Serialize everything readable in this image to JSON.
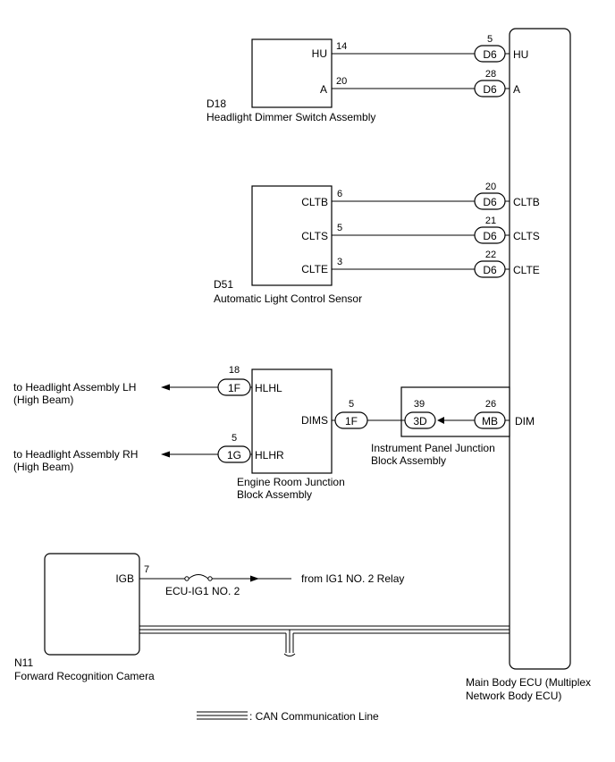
{
  "components": {
    "d18": {
      "code": "D18",
      "name": "Headlight Dimmer Switch Assembly",
      "pins": [
        "HU",
        "A"
      ]
    },
    "d51": {
      "code": "D51",
      "name": "Automatic Light Control Sensor",
      "pins": [
        "CLTB",
        "CLTS",
        "CLTE"
      ]
    },
    "engine_room_jb": {
      "name_line1": "Engine Room Junction",
      "name_line2": "Block Assembly",
      "pins": [
        "HLHL",
        "HLHR",
        "DIMS"
      ]
    },
    "instrument_panel_jb": {
      "name_line1": "Instrument Panel Junction",
      "name_line2": "Block Assembly"
    },
    "n11": {
      "code": "N11",
      "name": "Forward Recognition Camera",
      "pin": "IGB"
    },
    "main_body_ecu": {
      "name_line1": "Main Body ECU (Multiplex",
      "name_line2": "Network Body ECU)",
      "pins": [
        "HU",
        "A",
        "CLTB",
        "CLTS",
        "CLTE",
        "DIM"
      ]
    }
  },
  "connections": {
    "hu": {
      "src_pin_no": "14",
      "connector": "D6",
      "ecu_pin_no": "5",
      "ecu_pin": "HU"
    },
    "a": {
      "src_pin_no": "20",
      "connector": "D6",
      "ecu_pin_no": "28",
      "ecu_pin": "A"
    },
    "cltb": {
      "src_pin_no": "6",
      "connector": "D6",
      "ecu_pin_no": "20",
      "ecu_pin": "CLTB"
    },
    "clts": {
      "src_pin_no": "5",
      "connector": "D6",
      "ecu_pin_no": "21",
      "ecu_pin": "CLTS"
    },
    "clte": {
      "src_pin_no": "3",
      "connector": "D6",
      "ecu_pin_no": "22",
      "ecu_pin": "CLTE"
    },
    "hlhl": {
      "connector": "1F",
      "pin_no": "18",
      "pin": "HLHL",
      "dest_line1": "to Headlight Assembly LH",
      "dest_line2": "(High Beam)"
    },
    "hlhr": {
      "connector": "1G",
      "pin_no": "5",
      "pin": "HLHR",
      "dest_line1": "to Headlight Assembly RH",
      "dest_line2": "(High Beam)"
    },
    "dim": {
      "dims_pin": "DIMS",
      "dims_connector": "1F",
      "dims_pin_no": "5",
      "ip_connector": "3D",
      "ip_pin_no": "39",
      "ecu_connector": "MB",
      "ecu_pin_no": "26",
      "ecu_pin": "DIM"
    },
    "igb": {
      "pin_no": "7",
      "fuse": "ECU-IG1 NO. 2",
      "source": "from IG1 NO. 2 Relay"
    }
  },
  "legend": {
    "can_label": ": CAN Communication Line"
  }
}
